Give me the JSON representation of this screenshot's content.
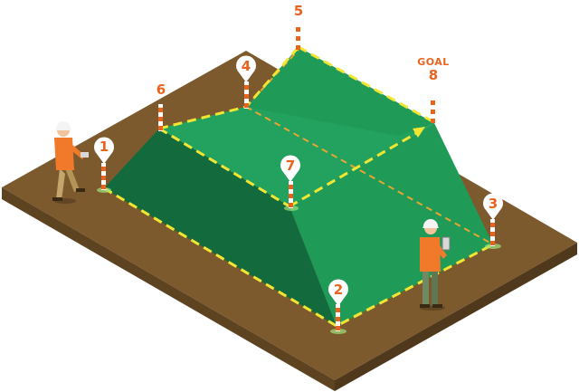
{
  "markers": [
    {
      "id": "1",
      "label": "1"
    },
    {
      "id": "2",
      "label": "2"
    },
    {
      "id": "3",
      "label": "3"
    },
    {
      "id": "4",
      "label": "4"
    },
    {
      "id": "5",
      "label": "5"
    },
    {
      "id": "6",
      "label": "6"
    },
    {
      "id": "7",
      "label": "7"
    }
  ],
  "goal": {
    "word": "GOAL",
    "number": "8"
  },
  "colors": {
    "ground_top": "#7c5a2e",
    "ground_side": "#5e4320",
    "mound_top": "#22a25e",
    "mound_top_back": "#1e9454",
    "mound_side_left": "#136a3c",
    "mound_side_front": "#1f9a57",
    "mound_side_right": "#1b8a4e",
    "path_line": "#f2e633",
    "route_line": "#e8a530",
    "marker_orange": "#e8641e",
    "worker_shirt": "#f07a2a",
    "worker_pants": "#6f8a62",
    "worker_helmet": "#f4f4f4"
  }
}
